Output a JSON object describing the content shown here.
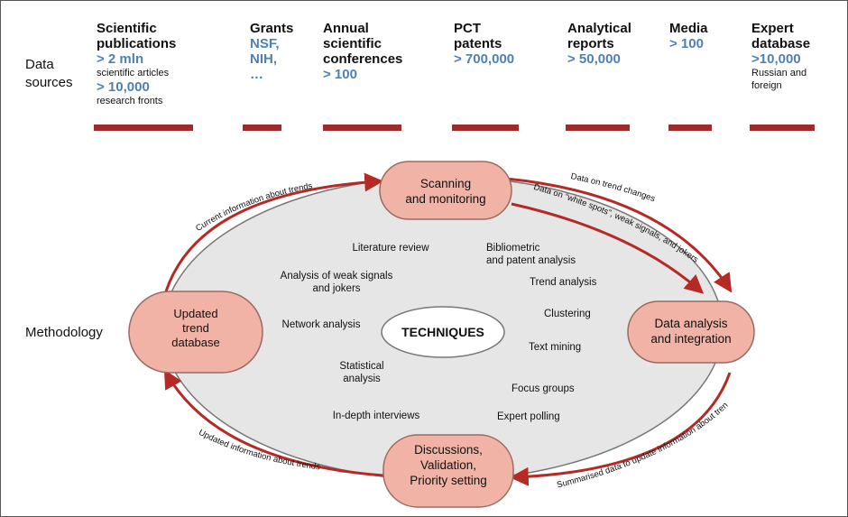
{
  "labels": {
    "data_sources_1": "Data",
    "data_sources_2": "sources",
    "methodology": "Methodology"
  },
  "sources": [
    {
      "title": [
        "Scientific",
        "publications"
      ],
      "lines": [
        {
          "style": "b",
          "text": "> 2 mln"
        },
        {
          "style": "s",
          "text": "scientific  articles"
        },
        {
          "style": "b",
          "text": "> 10,000"
        },
        {
          "style": "s",
          "text": "research fronts"
        }
      ]
    },
    {
      "title": [
        "Grants"
      ],
      "lines": [
        {
          "style": "b",
          "text": "NSF,"
        },
        {
          "style": "b",
          "text": "NIH,"
        },
        {
          "style": "b",
          "text": "…"
        }
      ]
    },
    {
      "title": [
        "Annual",
        "scientific",
        "conferences"
      ],
      "lines": [
        {
          "style": "b",
          "text": "> 100"
        }
      ]
    },
    {
      "title": [
        "PCT",
        "patents"
      ],
      "lines": [
        {
          "style": "b",
          "text": "> 700,000"
        }
      ]
    },
    {
      "title": [
        "Analytical",
        "reports"
      ],
      "lines": [
        {
          "style": "b",
          "text": "> 50,000"
        }
      ]
    },
    {
      "title": [
        "Media"
      ],
      "lines": [
        {
          "style": "b",
          "text": "> 100"
        }
      ]
    },
    {
      "title": [
        "Expert",
        "database"
      ],
      "lines": [
        {
          "style": "b",
          "text": ">10,000"
        },
        {
          "style": "s",
          "text": "Russian and"
        },
        {
          "style": "s",
          "text": "foreign"
        }
      ]
    }
  ],
  "nodes": {
    "scanning": [
      "Scanning",
      "and monitoring"
    ],
    "analysis": [
      "Data analysis",
      "and integration"
    ],
    "discussions": [
      "Discussions,",
      "Validation,",
      "Priority setting"
    ],
    "updated": [
      "Updated",
      "trend",
      "database"
    ]
  },
  "center": "TECHNIQUES",
  "techniques_left": [
    [
      "Literature review"
    ],
    [
      "Analysis of weak signals",
      "and jokers"
    ],
    [
      "Network analysis"
    ],
    [
      "Statistical",
      "analysis"
    ],
    [
      "In-depth interviews"
    ]
  ],
  "techniques_right": [
    [
      "Bibliometric",
      "and patent analysis"
    ],
    [
      "Trend analysis"
    ],
    [
      "Clustering"
    ],
    [
      "Text mining"
    ],
    [
      "Focus groups"
    ],
    [
      "Expert polling"
    ]
  ],
  "flows": {
    "current_info": "Current information about trends",
    "trend_changes": "Data on trend changes",
    "white_spots": "Data on “white spots”, weak signals, and jokers",
    "summarised": "Summarised data to update information about trends",
    "updated_info": "Updated information about trends"
  },
  "colors": {
    "arrow": "#b52a25",
    "bar": "#9e2a2a",
    "node_fill": "#f0b3a6",
    "node_stroke": "#9a6a62",
    "ellipse_fill": "#e6e6e6",
    "accent_blue": "#4f7fb5"
  }
}
